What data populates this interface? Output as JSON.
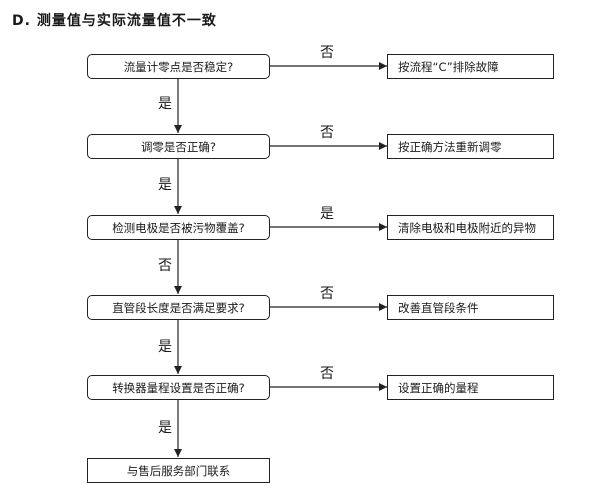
{
  "title": "D. 测量值与实际流量值不一致",
  "steps": [
    {
      "question": "流量计零点是否稳定?",
      "side_label": "否",
      "action": "按流程“C”排除故障",
      "down_label": "是"
    },
    {
      "question": "调零是否正确?",
      "side_label": "否",
      "action": "按正确方法重新调零",
      "down_label": "是"
    },
    {
      "question": "检测电极是否被污物覆盖?",
      "side_label": "是",
      "action": "清除电极和电极附近的异物",
      "down_label": "否"
    },
    {
      "question": "直管段长度是否满足要求?",
      "side_label": "否",
      "action": "改善直管段条件",
      "down_label": "是"
    },
    {
      "question": "转换器量程设置是否正确?",
      "side_label": "否",
      "action": "设置正确的量程",
      "down_label": "是"
    }
  ],
  "final": "与售后服务部门联系"
}
